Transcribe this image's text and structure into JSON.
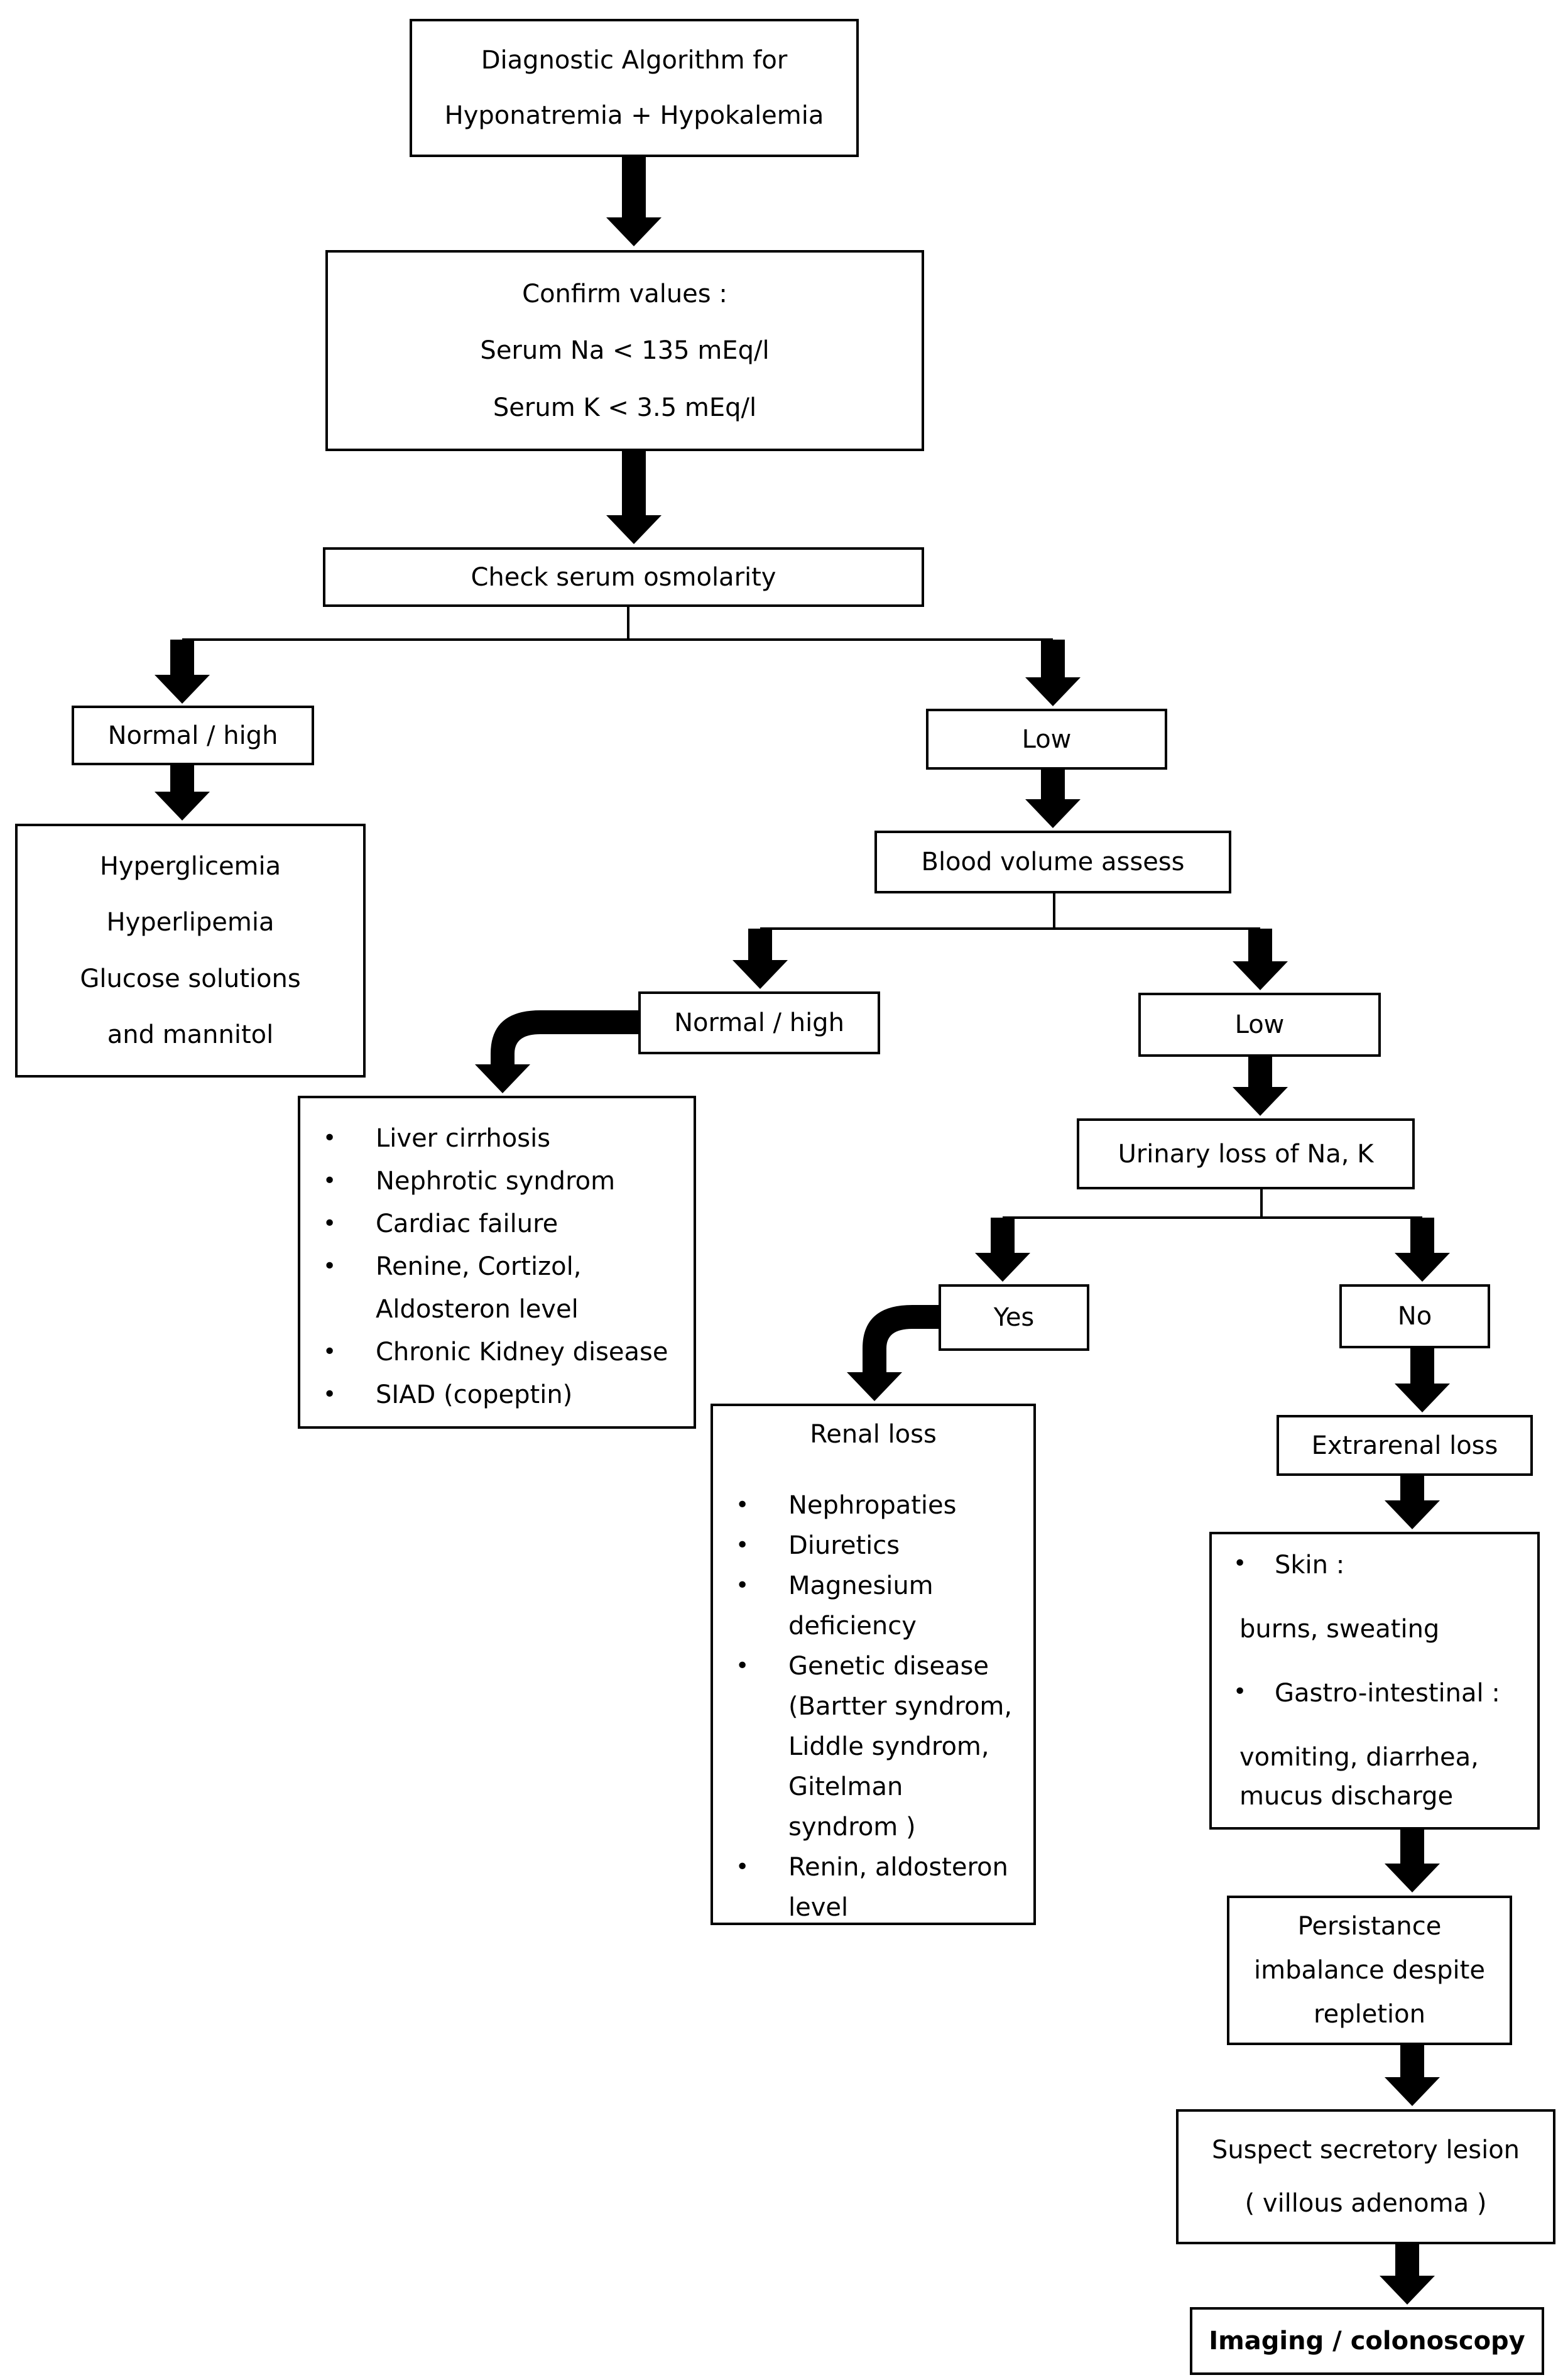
{
  "title": {
    "line1": "Diagnostic Algorithm  for",
    "line2": "Hyponatremia  + Hypokalemia"
  },
  "confirm": {
    "heading": "Confirm  values :",
    "line1": "Serum  Na < 135  mEq/l",
    "line2": "Serum  K    < 3.5  mEq/l"
  },
  "osmolarity": "Check  serum  osmolarity",
  "osm_normal_high": "Normal  /  high",
  "osm_low": "Low",
  "osm_causes": [
    "Hyperglicemia",
    "Hyperlipemia",
    "Glucose  solutions",
    "and mannitol"
  ],
  "blood_volume": "Blood  volume  assess",
  "vol_normal_high": "Normal  /  high",
  "vol_low": "Low",
  "vol_causes": [
    "Liver  cirrhosis",
    "Nephrotic  syndrom",
    "Cardiac  failure",
    "Renine,  Cortizol,",
    "Aldosteron  level",
    "Chronic  Kidney  disease",
    "SIAD (copeptin)"
  ],
  "urinary_loss": "Urinary  loss  of  Na,  K",
  "yes": "Yes",
  "no": "No",
  "renal": {
    "title": "Renal  loss",
    "items": [
      "Nephropaties",
      "Diuretics",
      "Magnesium",
      "deficiency",
      "Genetic  disease",
      "(Bartter  syndrom,",
      "Liddle  syndrom,",
      "Gitelman",
      "syndrom  )",
      "Renin,  aldosteron",
      "level"
    ]
  },
  "extrarenal": "Extrarenal  loss",
  "extrarenal_causes": {
    "skin": "Skin :",
    "skin_detail": "burns,  sweating",
    "gi": "Gastro-intestinal  :",
    "gi_detail1": "vomiting,  diarrhea,",
    "gi_detail2": "mucus  discharge"
  },
  "persistance": [
    "Persistance",
    "imbalance  despite",
    "repletion"
  ],
  "suspect": {
    "line1": "Suspect  secretory  lesion",
    "line2": "( villous  adenoma  )"
  },
  "imaging": "Imaging  /  colonoscopy"
}
